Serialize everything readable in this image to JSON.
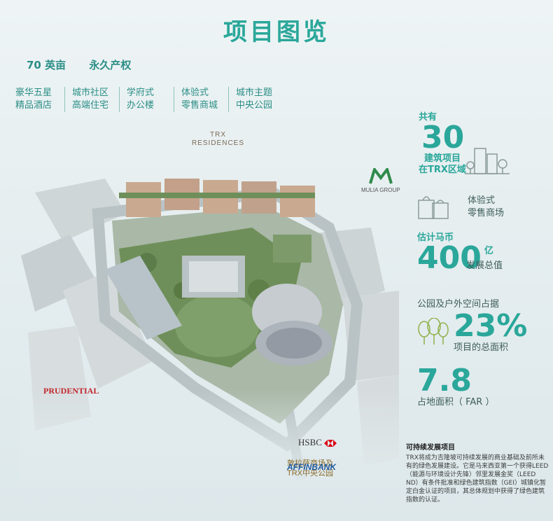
{
  "title": "项目图览",
  "highlights": [
    "70 英亩",
    "永久产权"
  ],
  "features": [
    {
      "line1": "豪华五星",
      "line2": "精品酒店"
    },
    {
      "line1": "城市社区",
      "line2": "高端住宅"
    },
    {
      "line1": "学府式",
      "line2": "办公楼"
    },
    {
      "line1": "体验式",
      "line2": "零售商城"
    },
    {
      "line1": "城市主题",
      "line2": "中央公园"
    }
  ],
  "map_labels": {
    "trx_residences_1": "TRX",
    "trx_residences_2": "RESIDENCES",
    "mulia": "MULIA GROUP",
    "mall_1": "敦拉萨商场及",
    "mall_2": "TRX中央公园",
    "prudential": "PRUDENTIAL",
    "hsbc": "HSBC",
    "affin": "AFFINBANK"
  },
  "stats": {
    "buildings_label": "共有",
    "buildings_value": "30",
    "buildings_sub_1": "建筑项目",
    "buildings_sub_2": "在TRX区域",
    "retail_1": "体验式",
    "retail_2": "零售商场",
    "gdv_label": "估计马币",
    "gdv_value": "400",
    "gdv_unit": "亿",
    "gdv_sub": "发展总值",
    "green_label": "公园及户外空间占据",
    "green_value": "23%",
    "green_sub": "项目的总面积",
    "far_value": "7.8",
    "far_sub": "占地面积（ FAR ）"
  },
  "sustainability": {
    "title": "可持续发展项目",
    "body": "TRX将成为吉隆坡可持续发展的商业基础及前所未有的绿色发展建设。它是马来西亚第一个获得LEED（能源与环境设计先锋）邻里发展金奖（LEED ND）有条件批准和绿色建筑指数（GEI）城镇化暂定白金认证的项目，其总体规划中获得了绿色建筑指数的认证。"
  },
  "colors": {
    "accent": "#2aa79a",
    "prudential": "#c2272d",
    "affin": "#1f5a9e"
  }
}
